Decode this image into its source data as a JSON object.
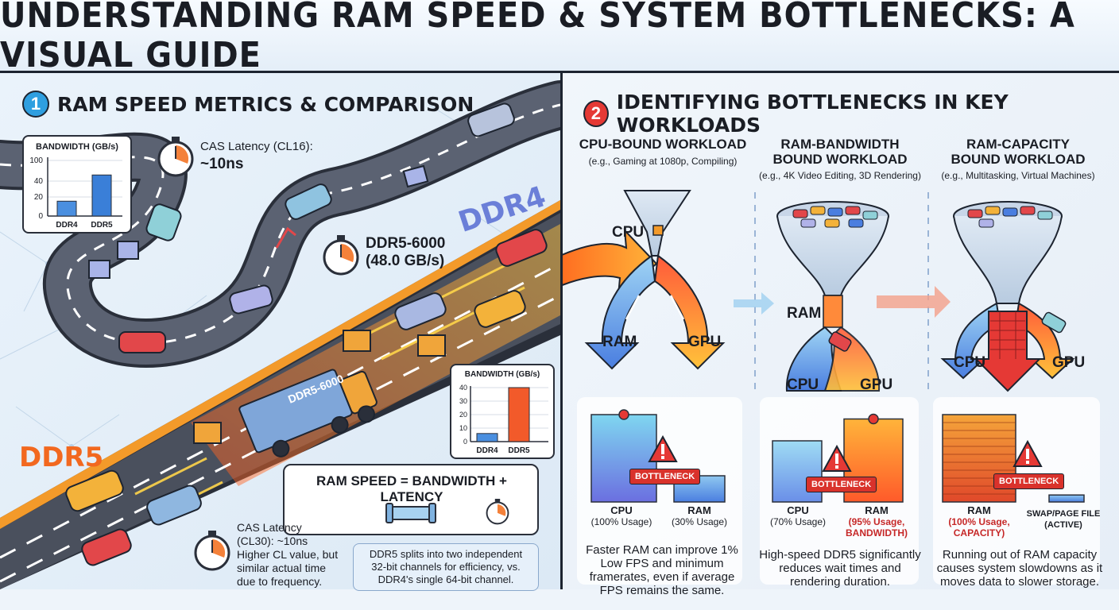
{
  "title": "UNDERSTANDING RAM SPEED & SYSTEM BOTTLENECKS: A VISUAL GUIDE",
  "section1": {
    "number": "1",
    "title": "RAM SPEED METRICS & COMPARISON",
    "number_color": "#2f9fe0",
    "ddr4_label": "DDR4",
    "ddr5_label": "DDR5",
    "cas_ddr4_title": "CAS Latency (CL16):",
    "cas_ddr4_value": "~10ns",
    "ddr5_speed_line1": "DDR5-6000",
    "ddr5_speed_line2": "(48.0 GB/s)",
    "truck_label": "DDR5-6000",
    "cas_ddr5_line1": "CAS Latency",
    "cas_ddr5_line2": "(CL30): ~10ns",
    "cas_ddr5_line3": "Higher CL value, but",
    "cas_ddr5_line4": "similar actual time",
    "cas_ddr5_line5": "due to frequency.",
    "formula": "RAM SPEED = BANDWIDTH + LATENCY",
    "channel_note_1": "DDR5 splits into two independent",
    "channel_note_2": "32-bit channels for efficiency, vs.",
    "channel_note_3": "DDR4's single 64-bit channel."
  },
  "section2": {
    "number": "2",
    "title": "IDENTIFYING BOTTLENECKS IN KEY WORKLOADS",
    "number_color": "#e53935",
    "workloads": [
      {
        "title_1": "CPU-BOUND WORKLOAD",
        "title_2": "",
        "subtitle": "(e.g., Gaming at 1080p, Compiling)",
        "funnel_top": "CPU",
        "left_flow": "RAM",
        "right_flow": "GPU",
        "bar1_label": "CPU",
        "bar1_sub": "(100% Usage)",
        "bar2_label": "RAM",
        "bar2_sub": "(30% Usage)",
        "badge": "BOTTLENECK",
        "desc_1": "Faster RAM can improve 1%",
        "desc_2": "Low FPS and minimum",
        "desc_3": "framerates, even if average",
        "desc_4": "FPS remains the same."
      },
      {
        "title_1": "RAM-BANDWIDTH",
        "title_2": "BOUND WORKLOAD",
        "subtitle": "(e.g., 4K Video Editing, 3D Rendering)",
        "funnel_mid": "RAM",
        "left_flow": "CPU",
        "right_flow": "GPU",
        "bar1_label": "CPU",
        "bar1_sub": "(70% Usage)",
        "bar2_label": "RAM",
        "bar2_sub_1": "(95% Usage,",
        "bar2_sub_2": "BANDWIDTH)",
        "badge": "BOTTLENECK",
        "desc_1": "High-speed DDR5 significantly",
        "desc_2": "reduces wait times and",
        "desc_3": "rendering duration."
      },
      {
        "title_1": "RAM-CAPACITY",
        "title_2": "BOUND WORKLOAD",
        "subtitle": "(e.g., Multitasking, Virtual Machines)",
        "left_flow": "CPU",
        "right_flow": "GPU",
        "bar1_label": "RAM",
        "bar1_sub_1": "(100% Usage,",
        "bar1_sub_2": "CAPACITY)",
        "bar2_label": "SWAP/PAGE FILE",
        "bar2_sub": "(ACTIVE)",
        "badge": "BOTTLENECK",
        "desc_1": "Running out of RAM capacity",
        "desc_2": "causes system slowdowns as it",
        "desc_3": "moves data to slower storage."
      }
    ]
  },
  "chart_data": [
    {
      "type": "bar",
      "title": "BANDWIDTH (GB/s)",
      "categories": [
        "DDR4",
        "DDR5"
      ],
      "values": [
        17,
        47
      ],
      "yticks": [
        "0",
        "20",
        "40",
        "100"
      ],
      "colors": [
        "#4a8fe0",
        "#3a7fd8"
      ]
    },
    {
      "type": "bar",
      "title": "BANDWIDTH (GB/s)",
      "categories": [
        "DDR4",
        "DDR5"
      ],
      "values": [
        6,
        40
      ],
      "ylim": [
        0,
        40
      ],
      "yticks": [
        "0",
        "10",
        "20",
        "30",
        "40"
      ],
      "colors": [
        "#4a8fe0",
        "#f25a2a"
      ]
    },
    {
      "type": "bar",
      "title": "CPU-bound usage",
      "categories": [
        "CPU",
        "RAM"
      ],
      "values": [
        100,
        30
      ],
      "ylim": [
        0,
        100
      ]
    },
    {
      "type": "bar",
      "title": "RAM-bandwidth usage",
      "categories": [
        "CPU",
        "RAM"
      ],
      "values": [
        70,
        95
      ],
      "ylim": [
        0,
        100
      ]
    },
    {
      "type": "bar",
      "title": "RAM-capacity usage",
      "categories": [
        "RAM",
        "SWAP/PAGE FILE"
      ],
      "values": [
        100,
        8
      ],
      "ylim": [
        0,
        100
      ]
    }
  ]
}
